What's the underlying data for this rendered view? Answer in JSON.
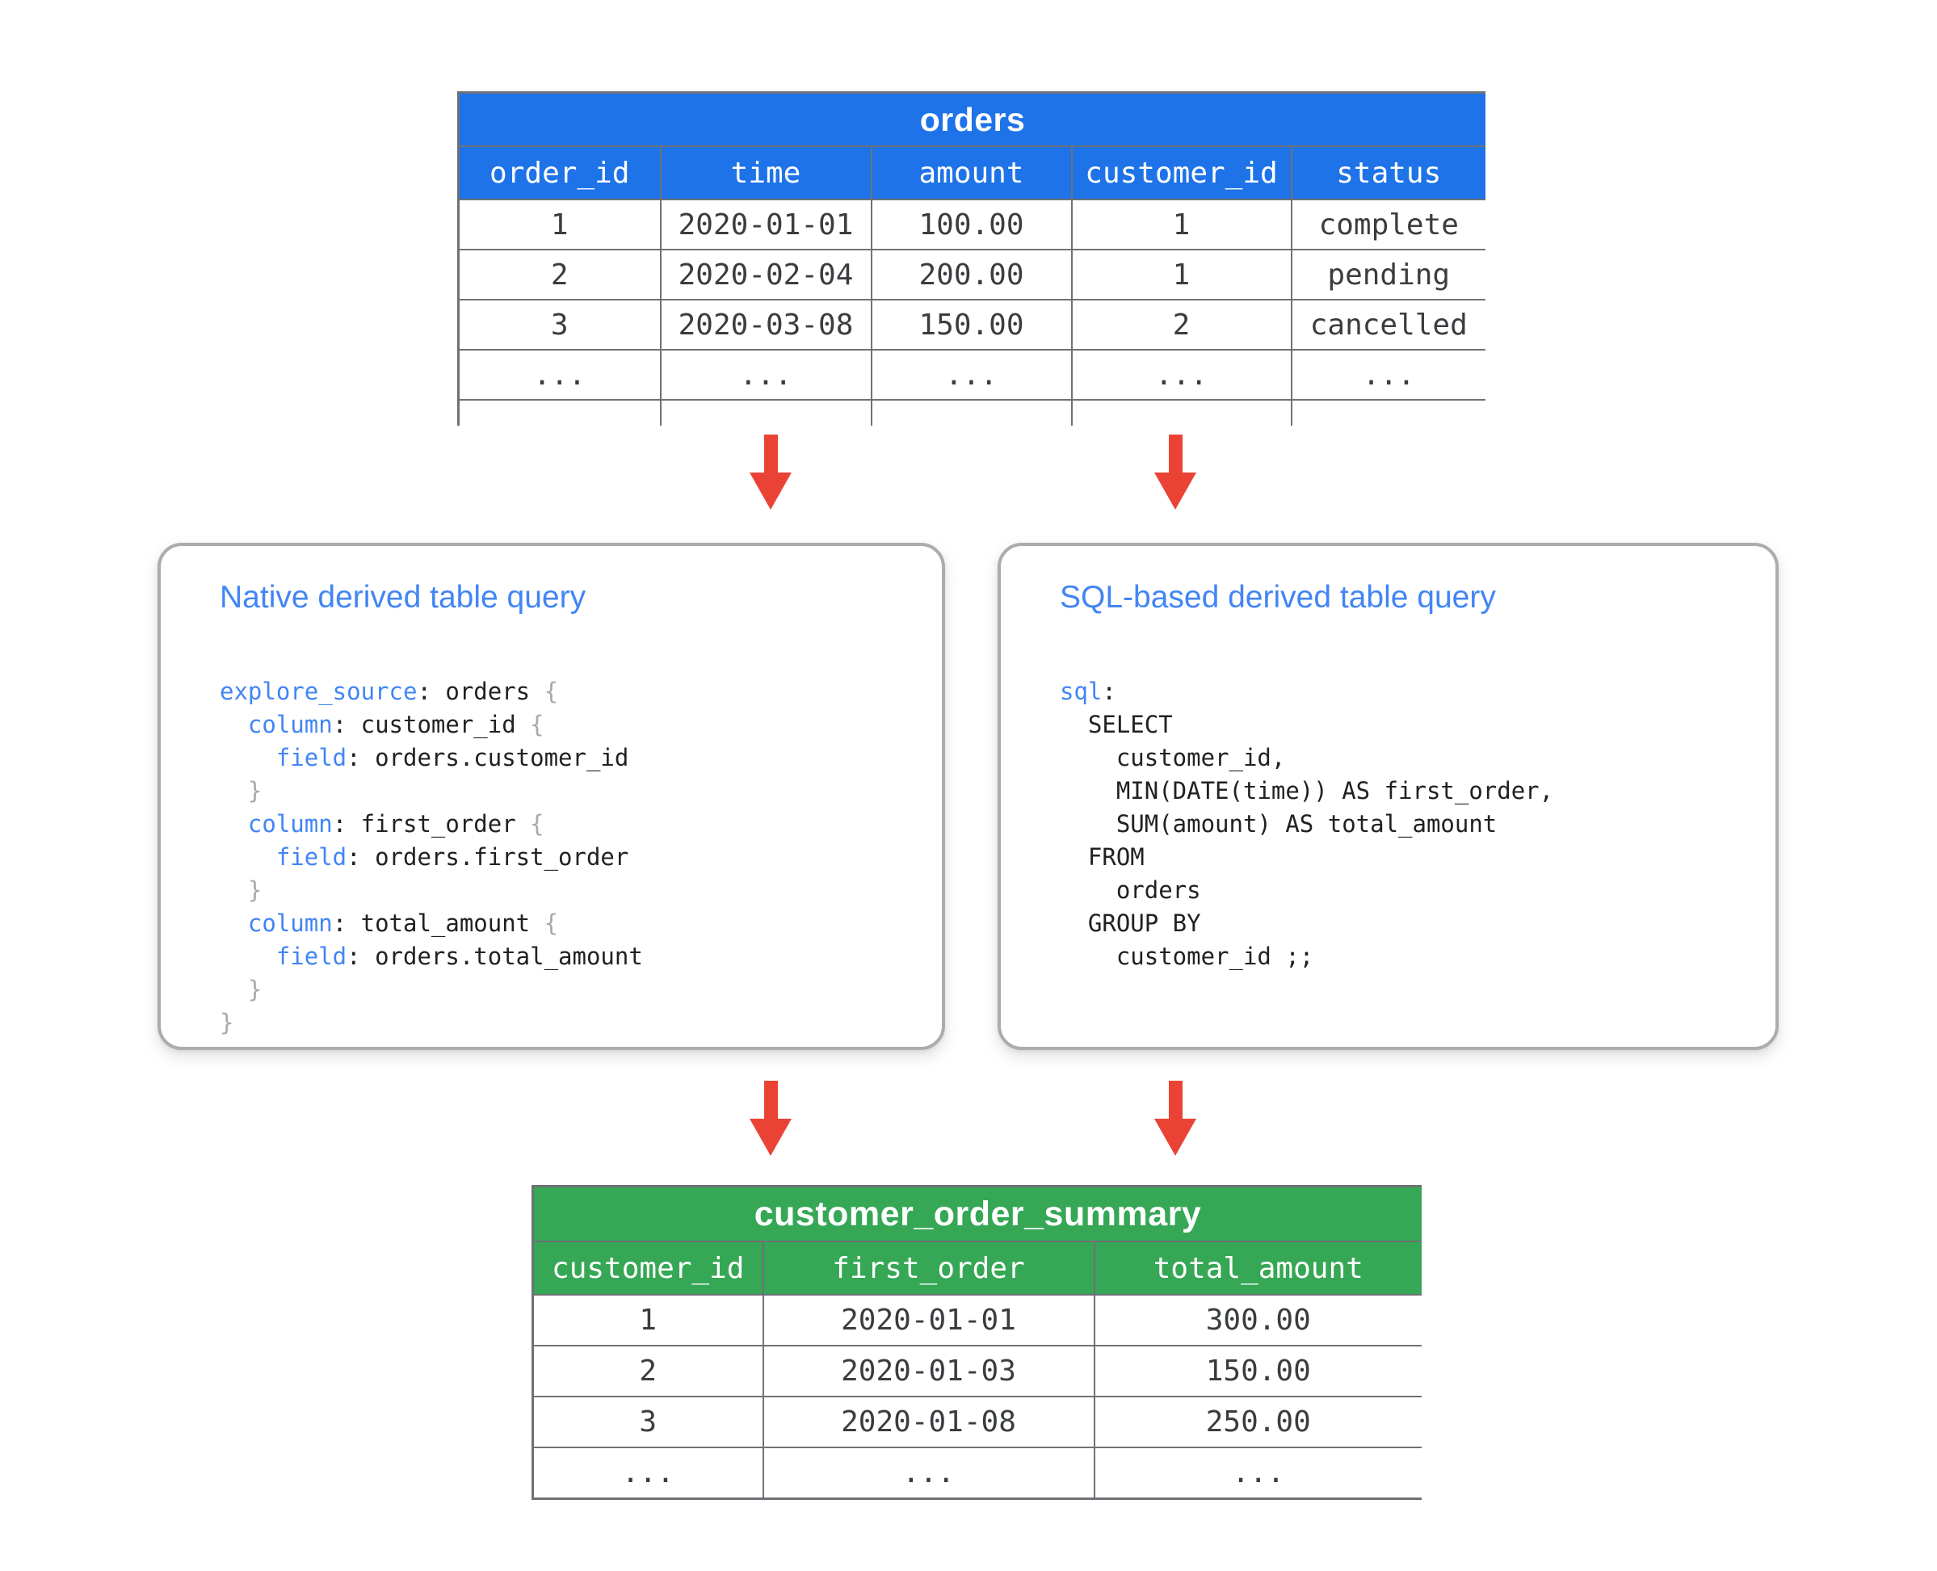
{
  "colors": {
    "orders_header_blue": "#1e73e8",
    "summary_header_green": "#35a755",
    "arrow_red": "#ea4335",
    "table_border_gray": "#6e7276",
    "box_border_gray": "#acacac",
    "title_blue": "#4285f4",
    "code_keyword_blue": "#4285f4",
    "code_text": "#202124",
    "code_brace_gray": "#a6a9ad"
  },
  "orders_table": {
    "title": "orders",
    "columns": [
      "order_id",
      "time",
      "amount",
      "customer_id",
      "status"
    ],
    "rows": [
      [
        "1",
        "2020-01-01",
        "100.00",
        "1",
        "complete"
      ],
      [
        "2",
        "2020-02-04",
        "200.00",
        "1",
        "pending"
      ],
      [
        "3",
        "2020-03-08",
        "150.00",
        "2",
        "cancelled"
      ],
      [
        "...",
        "...",
        "...",
        "...",
        "..."
      ]
    ]
  },
  "native_box": {
    "title": "Native derived table query",
    "code": [
      [
        [
          "k",
          "explore_source"
        ],
        [
          "p",
          ": orders "
        ],
        [
          "b",
          "{"
        ]
      ],
      [
        [
          "p",
          "  "
        ],
        [
          "k",
          "column"
        ],
        [
          "p",
          ": customer_id "
        ],
        [
          "b",
          "{"
        ]
      ],
      [
        [
          "p",
          "    "
        ],
        [
          "k",
          "field"
        ],
        [
          "p",
          ": orders.customer_id"
        ]
      ],
      [
        [
          "p",
          "  "
        ],
        [
          "b",
          "}"
        ]
      ],
      [
        [
          "p",
          "  "
        ],
        [
          "k",
          "column"
        ],
        [
          "p",
          ": first_order "
        ],
        [
          "b",
          "{"
        ]
      ],
      [
        [
          "p",
          "    "
        ],
        [
          "k",
          "field"
        ],
        [
          "p",
          ": orders.first_order"
        ]
      ],
      [
        [
          "p",
          "  "
        ],
        [
          "b",
          "}"
        ]
      ],
      [
        [
          "p",
          "  "
        ],
        [
          "k",
          "column"
        ],
        [
          "p",
          ": total_amount "
        ],
        [
          "b",
          "{"
        ]
      ],
      [
        [
          "p",
          "    "
        ],
        [
          "k",
          "field"
        ],
        [
          "p",
          ": orders.total_amount"
        ]
      ],
      [
        [
          "p",
          "  "
        ],
        [
          "b",
          "}"
        ]
      ],
      [
        [
          "b",
          "}"
        ]
      ]
    ]
  },
  "sql_box": {
    "title": "SQL-based derived table query",
    "code": [
      [
        [
          "k",
          "sql"
        ],
        [
          "p",
          ":"
        ]
      ],
      [
        [
          "p",
          "  SELECT"
        ]
      ],
      [
        [
          "p",
          "    customer_id,"
        ]
      ],
      [
        [
          "p",
          "    MIN(DATE(time)) AS first_order,"
        ]
      ],
      [
        [
          "p",
          "    SUM(amount) AS total_amount"
        ]
      ],
      [
        [
          "p",
          "  FROM"
        ]
      ],
      [
        [
          "p",
          "    orders"
        ]
      ],
      [
        [
          "p",
          "  GROUP BY"
        ]
      ],
      [
        [
          "p",
          "    customer_id ;;"
        ]
      ]
    ]
  },
  "summary_table": {
    "title": "customer_order_summary",
    "columns": [
      "customer_id",
      "first_order",
      "total_amount"
    ],
    "rows": [
      [
        "1",
        "2020-01-01",
        "300.00"
      ],
      [
        "2",
        "2020-01-03",
        "150.00"
      ],
      [
        "3",
        "2020-01-08",
        "250.00"
      ],
      [
        "...",
        "...",
        "..."
      ]
    ]
  }
}
